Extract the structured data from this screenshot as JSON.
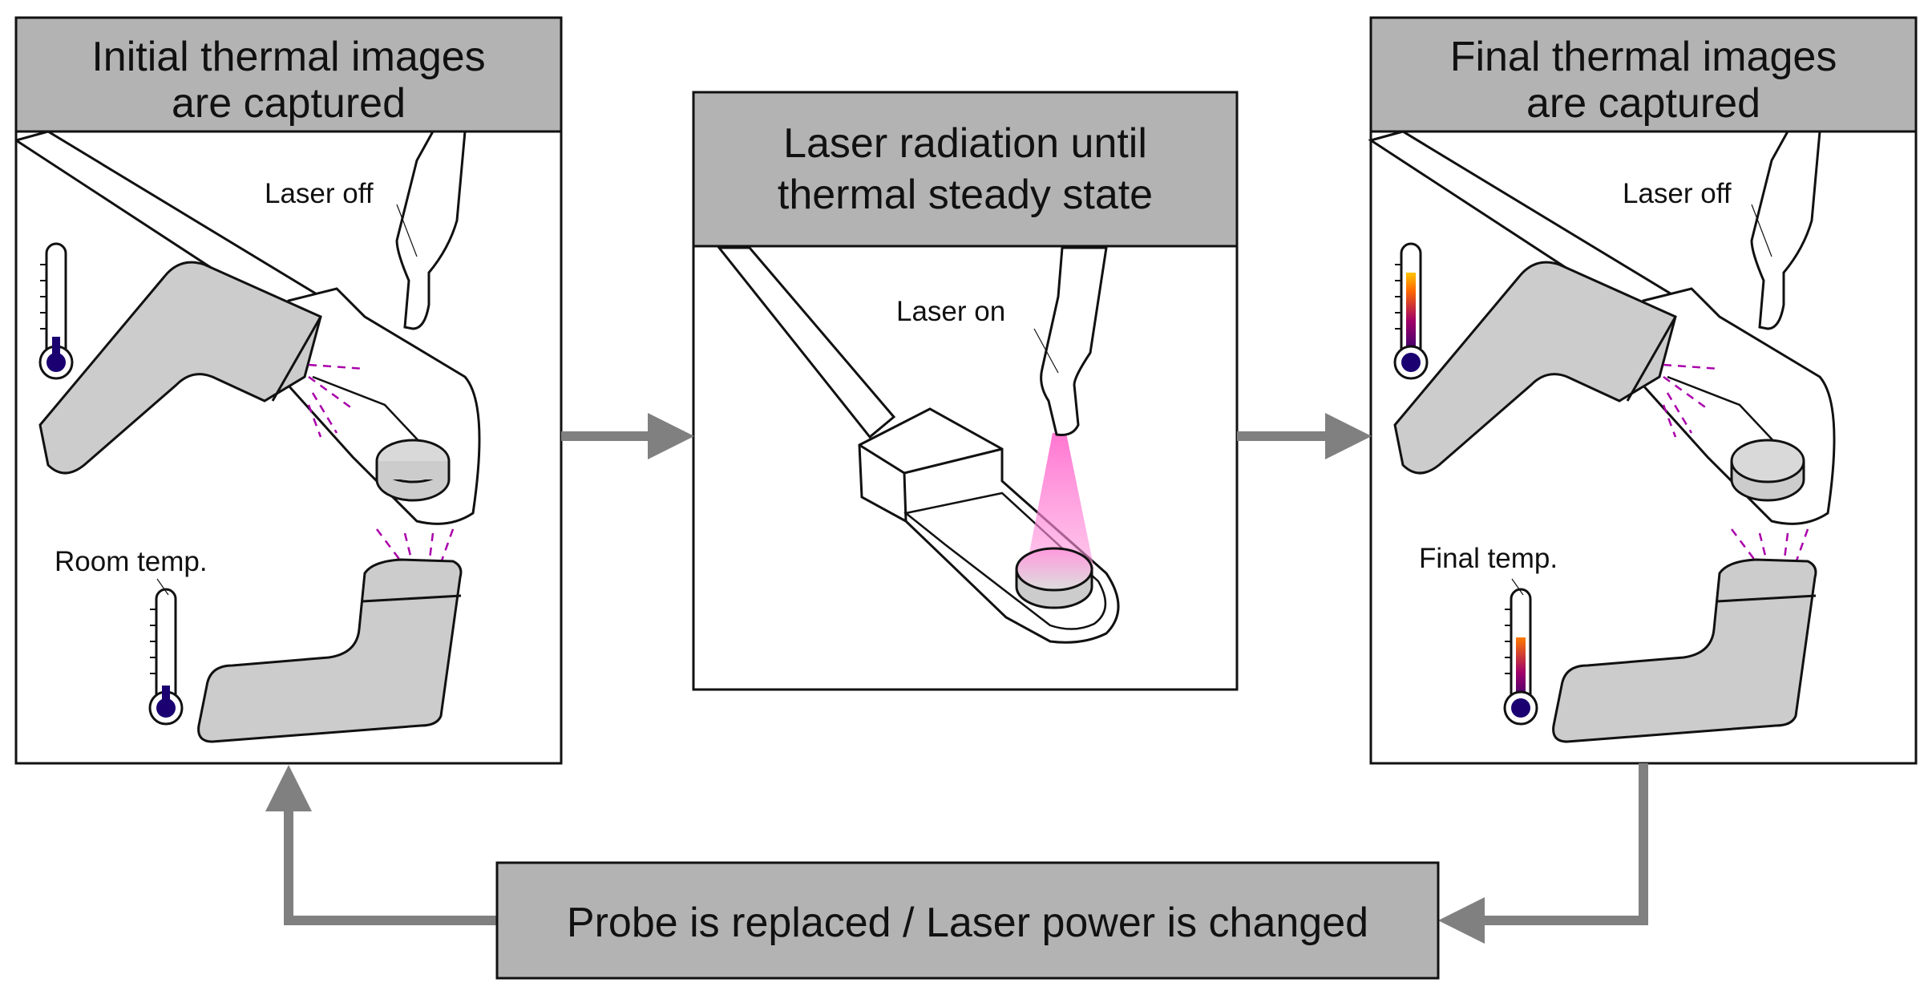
{
  "panels": {
    "initial": {
      "title_line1": "Initial thermal images",
      "title_line2": "are captured",
      "laser_callout": "Laser off",
      "temp_callout": "Room temp."
    },
    "radiation": {
      "title_line1": "Laser radiation until",
      "title_line2": "thermal steady state",
      "laser_callout": "Laser on"
    },
    "final": {
      "title_line1": "Final thermal images",
      "title_line2": "are captured",
      "laser_callout": "Laser off",
      "temp_callout": "Final temp."
    }
  },
  "feedback": {
    "label": "Probe is replaced / Laser power is changed"
  },
  "colors": {
    "header_fill": "#b3b3b3",
    "part_fill": "#cccccc",
    "arrow": "#808080",
    "laser_beam": "#ff66cc",
    "ir_rays": "#aa00aa",
    "thermo_cold": "#1a0070",
    "thermo_hot": "#ffb000"
  }
}
